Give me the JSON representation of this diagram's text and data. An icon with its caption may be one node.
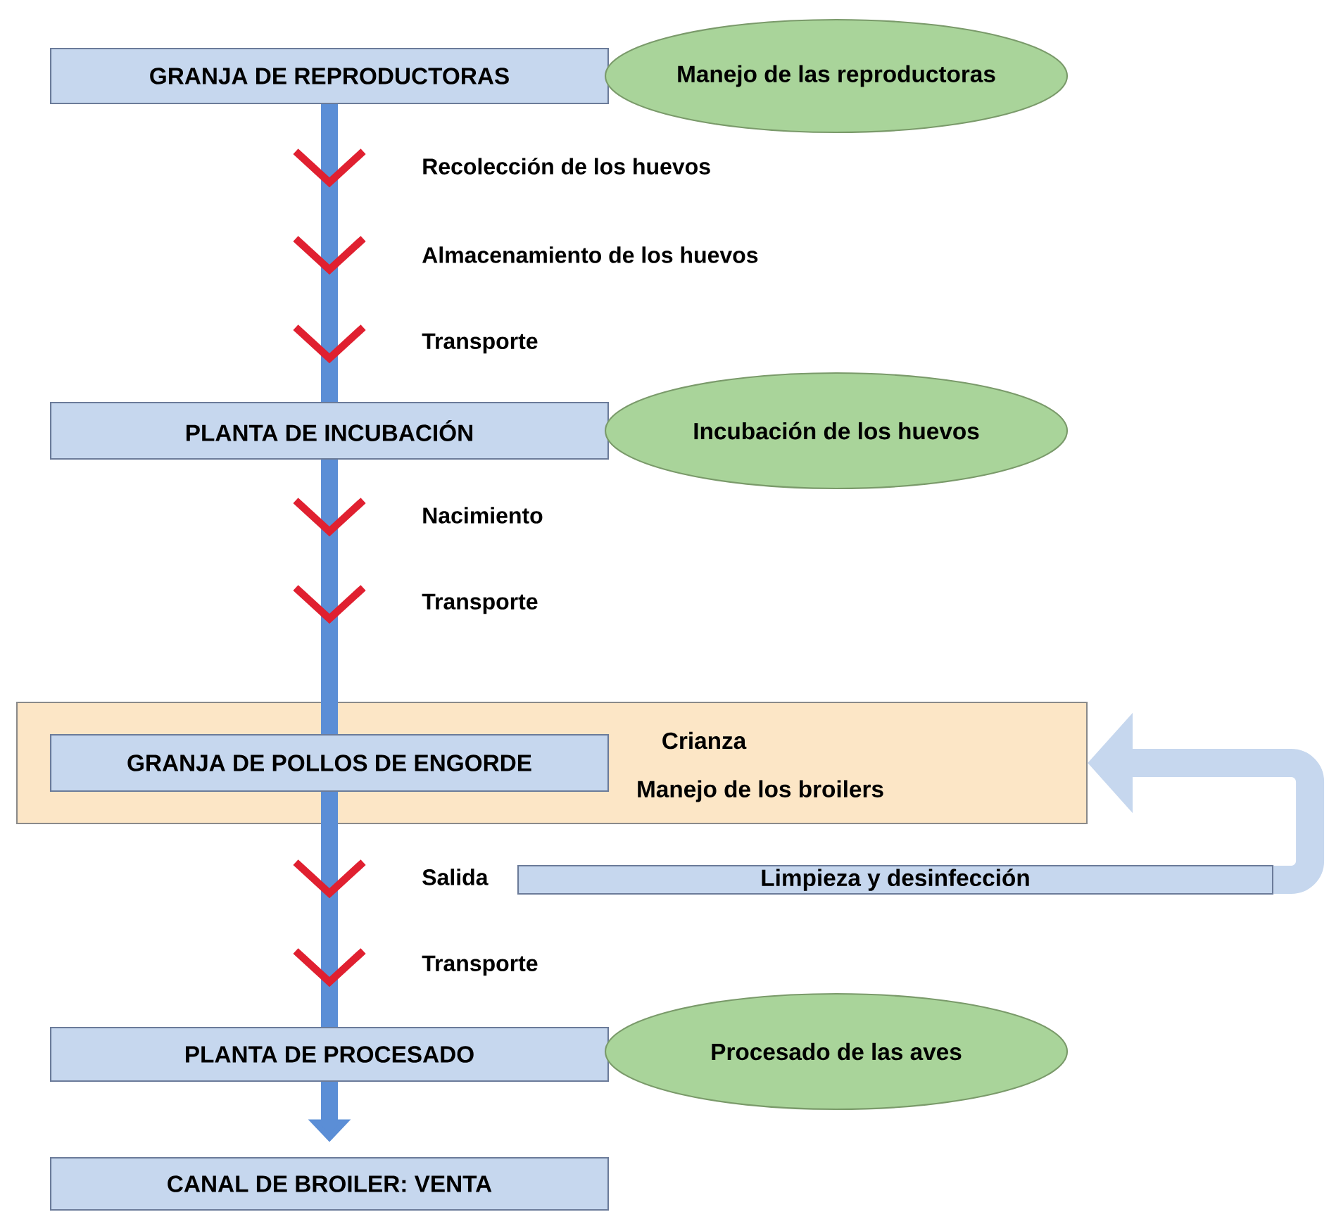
{
  "diagram": {
    "nodes": [
      {
        "text": [
          "GRANJA DE REPRODUCTORAS"
        ]
      },
      {
        "text": [
          "Manejo de las reproductoras"
        ]
      },
      {
        "text": [
          "PLANTA DE INCUBACIÓN"
        ]
      },
      {
        "text": [
          "Incubación de los huevos"
        ]
      },
      {
        "text": [
          "Crianza",
          "Manejo de los broilers"
        ]
      },
      {
        "text": [
          "GRANJA DE POLLOS DE ENGORDE"
        ],
        "in": 4
      },
      {
        "text": [
          "Limpieza y desinfección"
        ]
      },
      {
        "text": [
          "PLANTA DE PROCESADO"
        ]
      },
      {
        "text": [
          "Procesado de las aves"
        ]
      },
      {
        "text": [
          "CANAL DE BROILER: VENTA"
        ]
      }
    ],
    "edges": [
      {
        "from": 0,
        "to": 2,
        "arrow": "to"
      },
      {
        "from": 2,
        "to": 5,
        "arrow": "to"
      },
      {
        "from": 5,
        "to": 7,
        "arrow": "to"
      },
      {
        "from": 7,
        "to": 9,
        "arrow": "to"
      },
      {
        "from": 6,
        "to": 4,
        "arrow": "to",
        "color": "#c6d7ee"
      }
    ],
    "labels": [
      "Recolección de los huevos",
      "Almacenamiento de los huevos",
      "Transporte",
      "Nacimiento",
      "Transporte",
      "Salida",
      "Transporte"
    ]
  }
}
